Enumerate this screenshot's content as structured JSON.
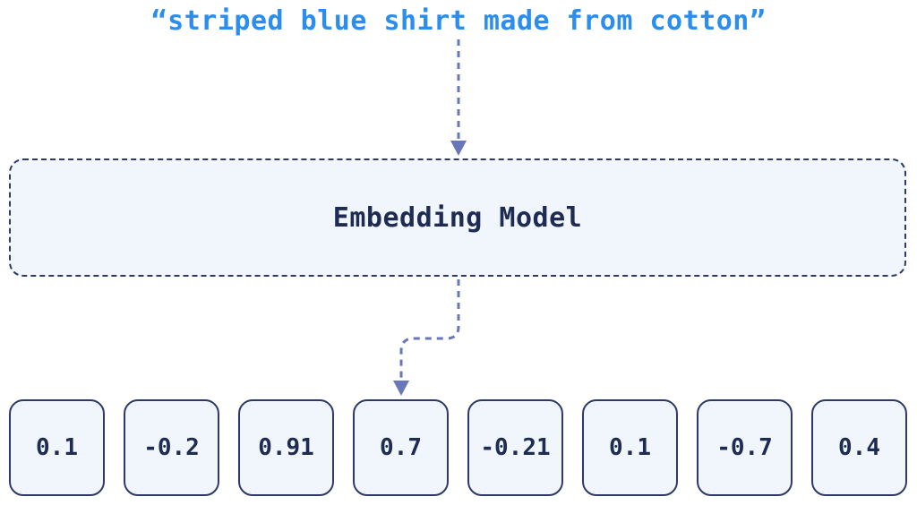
{
  "input": {
    "text": "“striped blue shirt made from cotton”"
  },
  "model": {
    "label": "Embedding Model"
  },
  "vector": {
    "values": [
      "0.1",
      "-0.2",
      "0.91",
      "0.7",
      "-0.21",
      "0.1",
      "-0.7",
      "0.4"
    ]
  },
  "colors": {
    "input_text": "#2b8ded",
    "box_border": "#2d3a66",
    "box_fill": "#f1f6fd",
    "arrow": "#6777b8"
  }
}
